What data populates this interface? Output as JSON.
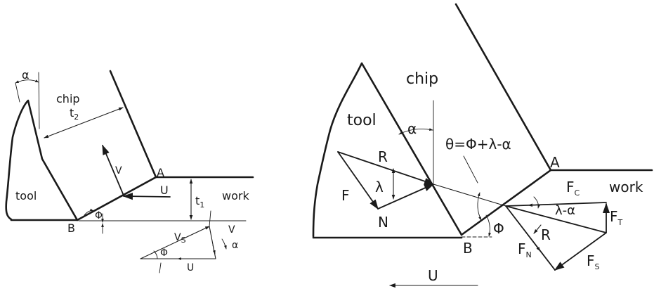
{
  "left": {
    "alpha": "α",
    "chip": "chip",
    "t2": "t",
    "t2_sub": "2",
    "tool": "tool",
    "V": "V",
    "A": "A",
    "U": "U",
    "t1": "t",
    "t1_sub": "1",
    "work": "work",
    "phi": "Φ",
    "B": "B",
    "Vs": "V",
    "Vs_sub": "S",
    "tri_V": "V",
    "tri_alpha": "α",
    "tri_phi": "Φ",
    "tri_U": "U"
  },
  "right": {
    "chip": "chip",
    "tool": "tool",
    "alpha": "α",
    "theta_eq": "θ=Φ+λ-α",
    "A": "A",
    "R1": "R",
    "lambda": "λ",
    "F": "F",
    "N": "N",
    "Fc": "F",
    "Fc_sub": "C",
    "work": "work",
    "lambda_alpha": "λ-α",
    "FT": "F",
    "FT_sub": "T",
    "R2": "R",
    "phi": "Φ",
    "B": "B",
    "FN": "F",
    "FN_sub": "N",
    "FS": "F",
    "FS_sub": "S",
    "U": "U"
  }
}
